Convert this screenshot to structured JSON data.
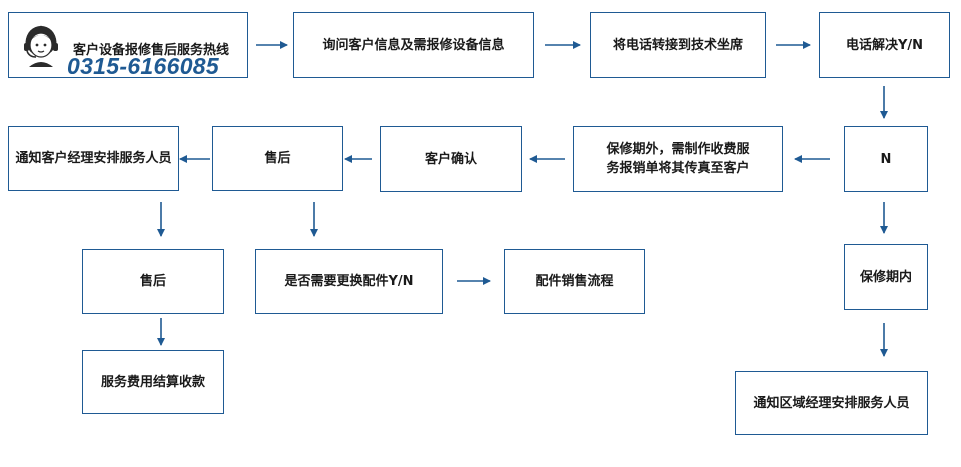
{
  "hotline": {
    "title": "客户设备报修售后服务热线",
    "number": "0315-6166085",
    "icon": "customer-service-agent-icon"
  },
  "steps": {
    "inquire": "询问客户信息及需报修设备信息",
    "transfer": "将电话转接到技术坐席",
    "phone_resolved": "电话解决Y/N",
    "n": "N",
    "out_of_warranty_line1": "保修期外，需制作收费服",
    "out_of_warranty_line2": "务报销单将其传真至客户",
    "customer_confirm": "客户确认",
    "after_sales_1": "售后",
    "notify_customer_manager": "通知客户经理安排服务人员",
    "after_sales_2": "售后",
    "replace_parts": "是否需要更换配件Y/N",
    "parts_sales": "配件销售流程",
    "settle_fees": "服务费用结算收款",
    "in_warranty": "保修期内",
    "notify_region_manager": "通知区域经理安排服务人员"
  },
  "colors": {
    "border": "#1f5a93",
    "arrow": "#1f5a93",
    "number": "#1f5a93"
  }
}
